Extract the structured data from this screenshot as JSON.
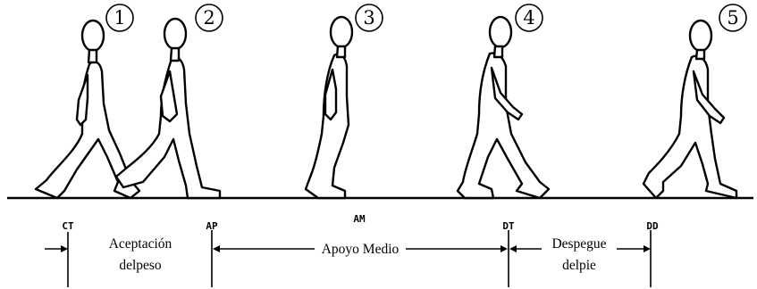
{
  "figure_numbers": [
    "1",
    "2",
    "3",
    "4",
    "5"
  ],
  "events": {
    "ct": "CT",
    "ap": "AP",
    "am": "AM",
    "dt": "DT",
    "dd": "DD"
  },
  "phases": {
    "weight_acceptance": {
      "line1": "Aceptación",
      "line2": "delpeso"
    },
    "mid_stance": {
      "label": "Apoyo Medio"
    },
    "push_off": {
      "line1": "Despegue",
      "line2": "delpie"
    }
  },
  "colors": {
    "ink": "#000000",
    "background": "#ffffff"
  }
}
